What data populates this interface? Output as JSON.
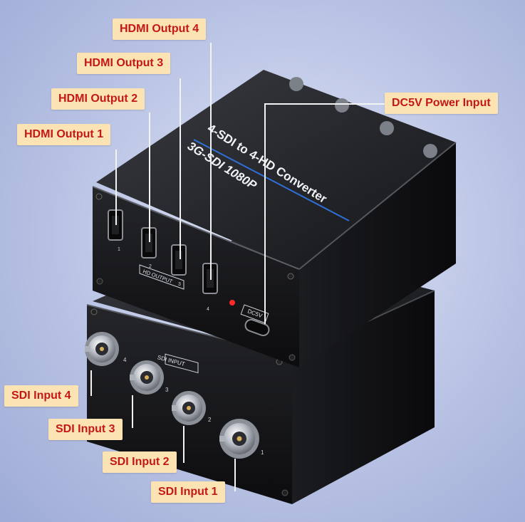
{
  "labels": {
    "hdmi_out_4": "HDMI Output 4",
    "hdmi_out_3": "HDMI Output 3",
    "hdmi_out_2": "HDMI Output 2",
    "hdmi_out_1": "HDMI Output 1",
    "dc_power": "DC5V Power Input",
    "sdi_in_4": "SDI Input 4",
    "sdi_in_3": "SDI Input 3",
    "sdi_in_2": "SDI Input 2",
    "sdi_in_1": "SDI Input 1"
  },
  "device": {
    "title_line1": "4-SDI to 4-HD Converter",
    "title_line2": "3G-SDI 1080P",
    "hd_output_label": "HD OUTPUT",
    "sdi_input_label": "SDI INPUT",
    "dc_label": "DC5V",
    "port_numbers": [
      "1",
      "2",
      "3",
      "4"
    ],
    "bottom_top_text": "3G",
    "bottom_side_text": "4-"
  },
  "colors": {
    "label_bg": "#fbe3b4",
    "label_text": "#c41818",
    "device_body": "#17181b",
    "accent_line": "#2f6fd6"
  }
}
